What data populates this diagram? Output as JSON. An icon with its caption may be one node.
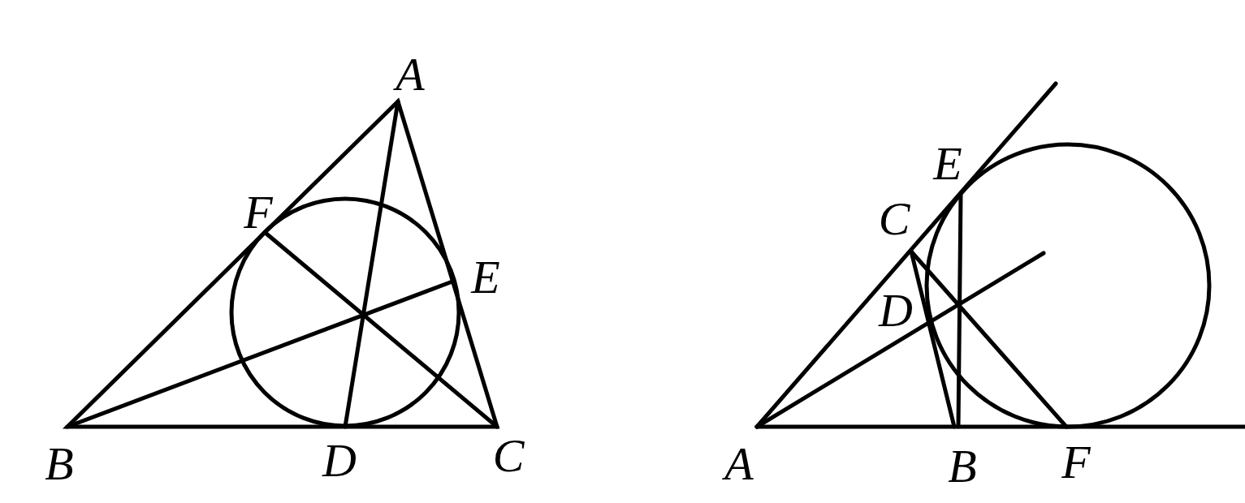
{
  "diagram": {
    "labels": [
      "A",
      "F",
      "E",
      "B",
      "D",
      "C",
      "E",
      "C",
      "D",
      "A",
      "B",
      "F"
    ]
  }
}
